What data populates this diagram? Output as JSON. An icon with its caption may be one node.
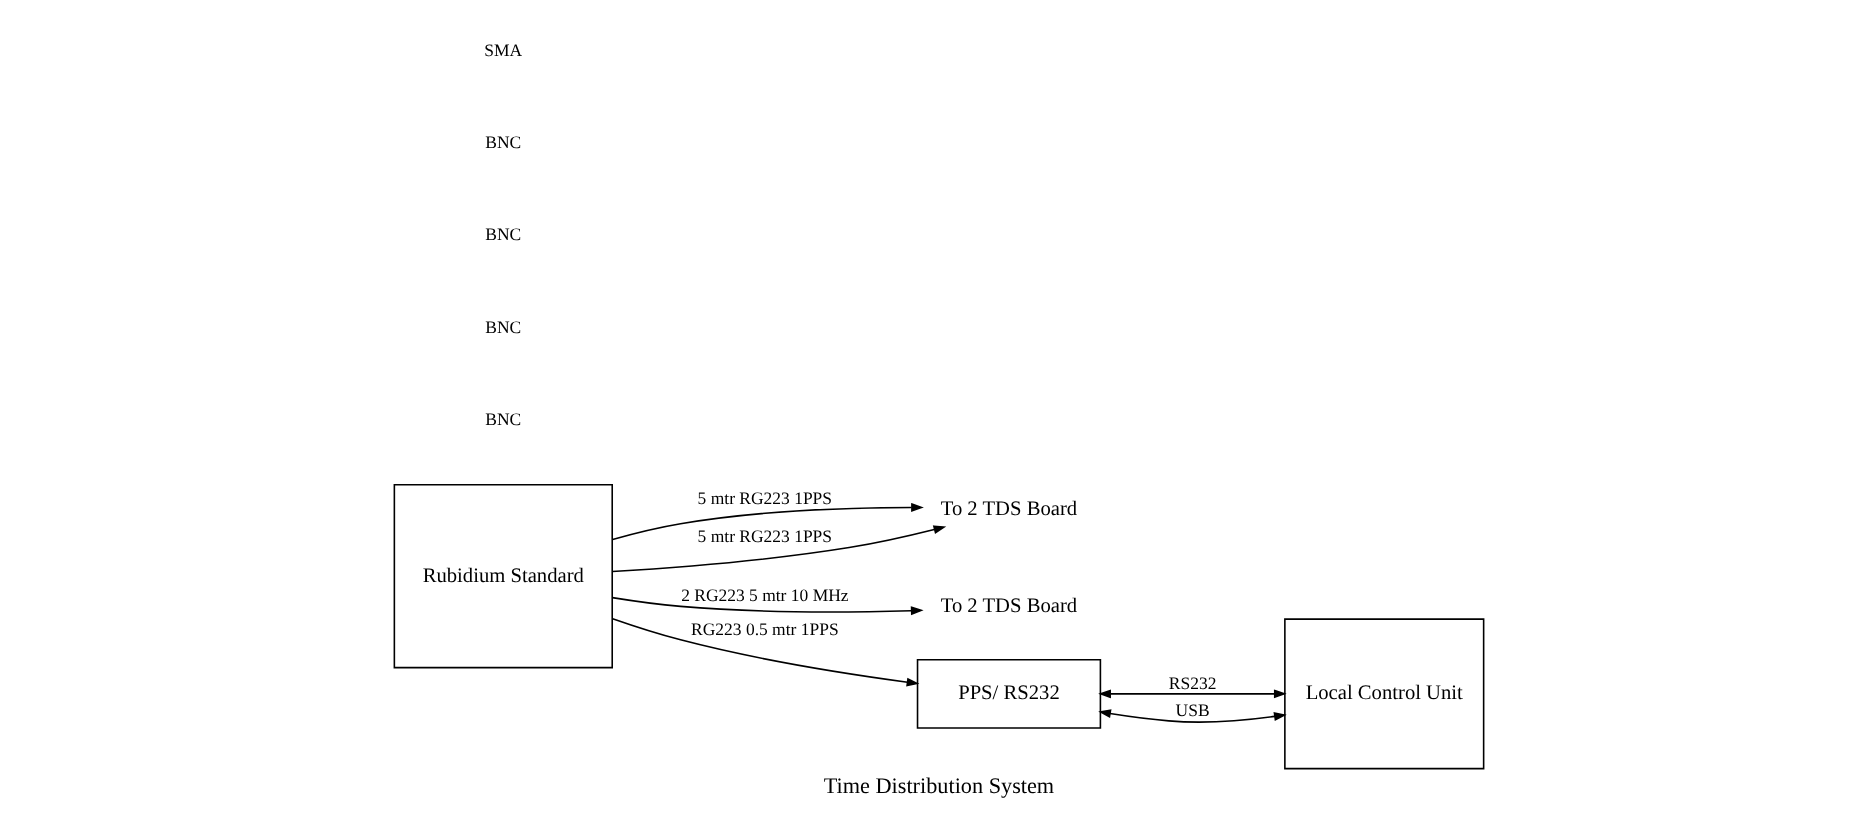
{
  "diagram": {
    "caption": "Time Distribution System",
    "nodes": [
      {
        "text": [
          "Rubidium Standard"
        ]
      },
      {
        "text": [
          "To 2 TDS Board"
        ]
      },
      {
        "text": [
          "To 2 TDS Board"
        ]
      },
      {
        "text": [
          "PPS/ RS232"
        ]
      },
      {
        "text": [
          "Local Control Unit"
        ]
      }
    ],
    "edges": [
      {
        "from": 0,
        "to": 1,
        "arrow": "to",
        "label": "5 mtr RG223 1PPS"
      },
      {
        "from": 0,
        "to": 1,
        "arrow": "to",
        "label": "5 mtr RG223 1PPS"
      },
      {
        "from": 0,
        "to": 2,
        "arrow": "to",
        "label": "2 RG223 5 mtr 10 MHz"
      },
      {
        "from": 0,
        "to": 3,
        "arrow": "to",
        "label": "RG223 0.5 mtr 1PPS"
      },
      {
        "from": 3,
        "to": 4,
        "arrow": "both",
        "label": "RS232"
      },
      {
        "from": 3,
        "to": 4,
        "arrow": "both",
        "label": "USB"
      }
    ],
    "labels": [
      "BNC",
      "BNC",
      "BNC",
      "BNC",
      "SMA"
    ]
  }
}
